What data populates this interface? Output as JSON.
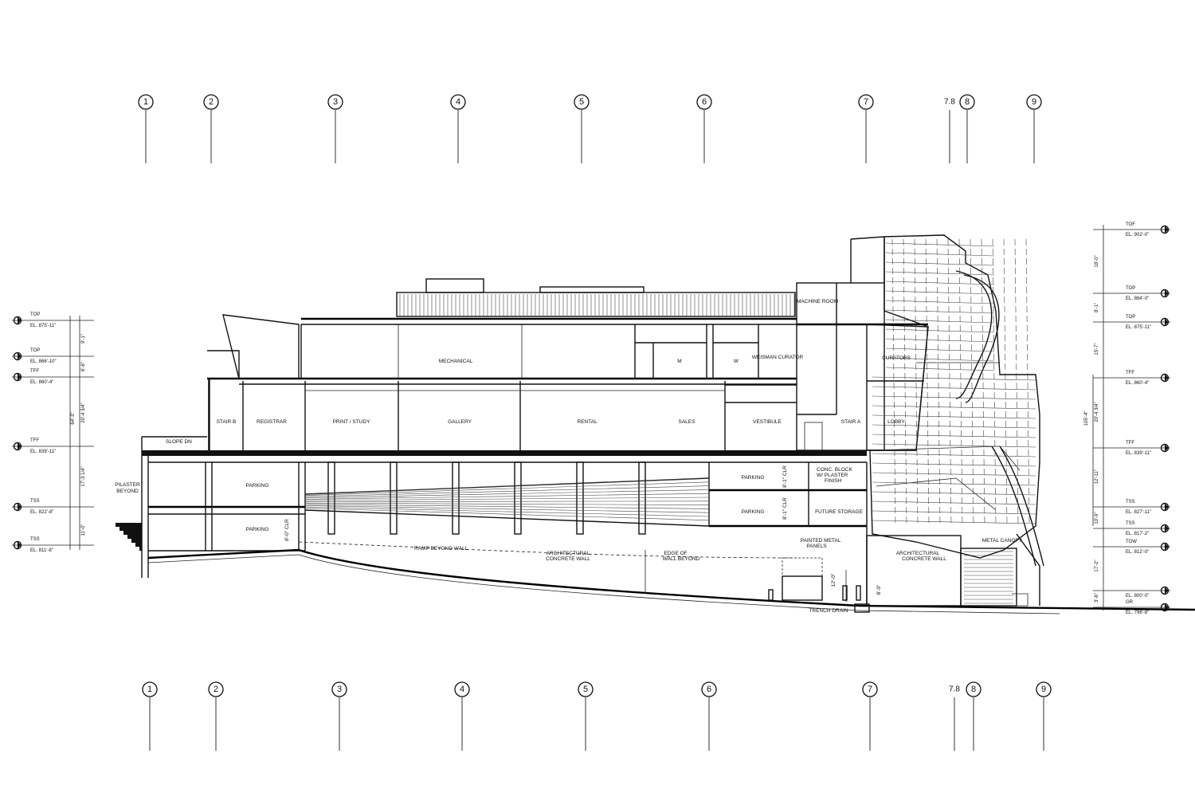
{
  "grid_top": [
    "1",
    "2",
    "3",
    "4",
    "5",
    "6",
    "7",
    "7.8",
    "8",
    "9"
  ],
  "grid_bottom": [
    "1",
    "2",
    "3",
    "4",
    "5",
    "6",
    "7",
    "7.8",
    "8",
    "9"
  ],
  "rooms": {
    "machine_room": "MACHINE ROOM",
    "mechanical": "MECHANICAL",
    "m": "M",
    "w": "W",
    "weisman_curator": "WEISMAN CURATOR",
    "curators": "CURATORS",
    "stair_b": "STAIR B",
    "registrar": "REGISTRAR",
    "print_study": "PRINT / STUDY",
    "gallery": "GALLERY",
    "rental": "RENTAL",
    "sales": "SALES",
    "vestibule": "VESTIBULE",
    "stair_a": "STAIR A",
    "lobby": "LOBBY",
    "parking_upper": "PARKING",
    "parking_lower": "PARKING",
    "parking_right_upper": "PARKING",
    "parking_right_lower": "PARKING",
    "future_storage": "FUTURE STORAGE"
  },
  "notes": {
    "slope_dn": "SLOPE DN",
    "pilaster": "PILASTER",
    "beyond": "BEYOND",
    "conc_block_1": "CONC. BLOCK",
    "conc_block_2": "W/ PLASTER",
    "conc_block_3": "FINISH",
    "ramp_beyond_wall": "RAMP BEYOND WALL",
    "arch_concrete_1": "ARCHITECTURAL",
    "arch_concrete_2": "CONCRETE WALL",
    "edge_wall_1": "EDGE OF",
    "edge_wall_2": "WALL BEYOND",
    "painted_metal_1": "PAINTED METAL",
    "painted_metal_2": "PANELS",
    "arch_concrete_r1": "ARCHITECTURAL",
    "arch_concrete_r2": "CONCRETE WALL",
    "metal_canopy": "METAL CANOPY",
    "trench_drain": "TRENCH DRAIN",
    "clr_1": "8'-1\" CLR",
    "clr_2": "8'-1\" CLR",
    "clr_3": "8'-0\" CLR",
    "dim_12": "12'-0\"",
    "dim_8": "8'-0\""
  },
  "levels_left": [
    {
      "tag": "TOP",
      "el": "EL. 875'-11\""
    },
    {
      "tag": "TOP",
      "el": "EL. 866'-10\""
    },
    {
      "tag": "TFF",
      "el": "EL. 860'-4\""
    },
    {
      "tag": "TFF",
      "el": "EL. 839'-11\""
    },
    {
      "tag": "TSS",
      "el": "EL. 822'-8\""
    },
    {
      "tag": "TSS",
      "el": "EL. 811'-8\""
    }
  ],
  "dims_left": [
    "9'-1\"",
    "6'-6\"",
    "20'-4 3/4\"",
    "64'-3\"",
    "17'-3 1/4\"",
    "11'-0\""
  ],
  "levels_right": [
    {
      "tag": "TOF",
      "el": "EL. 902'-0\""
    },
    {
      "tag": "TOP",
      "el": "EL. 884'-0\""
    },
    {
      "tag": "TOP",
      "el": "EL. 875'-11\""
    },
    {
      "tag": "TFF",
      "el": "EL. 860'-4\""
    },
    {
      "tag": "TFF",
      "el": "EL. 839'-11\""
    },
    {
      "tag": "TSS",
      "el": "EL. 827'-11\""
    },
    {
      "tag": "TSS",
      "el": "EL. 817'-2\""
    },
    {
      "tag": "TOW",
      "el": "EL. 812'-0\""
    },
    {
      "tag": "",
      "el": "EL. 800'-0\""
    },
    {
      "tag": "GR",
      "el": "EL. 796'-8\""
    }
  ],
  "dims_right": [
    "18'-0\"",
    "8'-1\"",
    "15'-7\"",
    "20'-4 3/4\"",
    "105'-4\"",
    "12'-11\"",
    "10'-9\"",
    "17'-2\"",
    "3'-6\""
  ],
  "colors": {
    "ink": "#111111",
    "paper": "#ffffff"
  }
}
